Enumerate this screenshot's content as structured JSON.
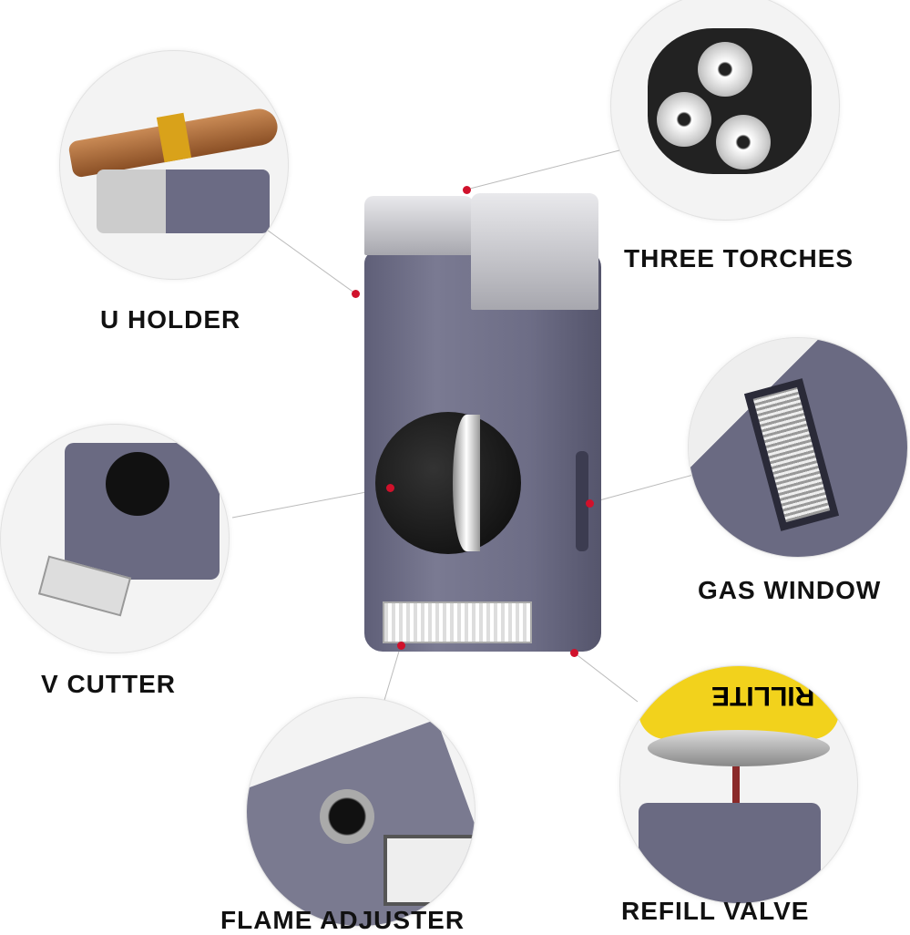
{
  "labels": {
    "three_torches": "THREE TORCHES",
    "u_holder": "U HOLDER",
    "gas_window": "GAS WINDOW",
    "v_cutter": "V CUTTER",
    "flame_adjuster": "FLAME ADJUSTER",
    "refill_valve": "REFILL VALVE"
  },
  "refill_can_text": "RILLITE",
  "colors": {
    "accent_dot": "#d0112b",
    "body": "#6d6d86",
    "can": "#f2d21c"
  }
}
